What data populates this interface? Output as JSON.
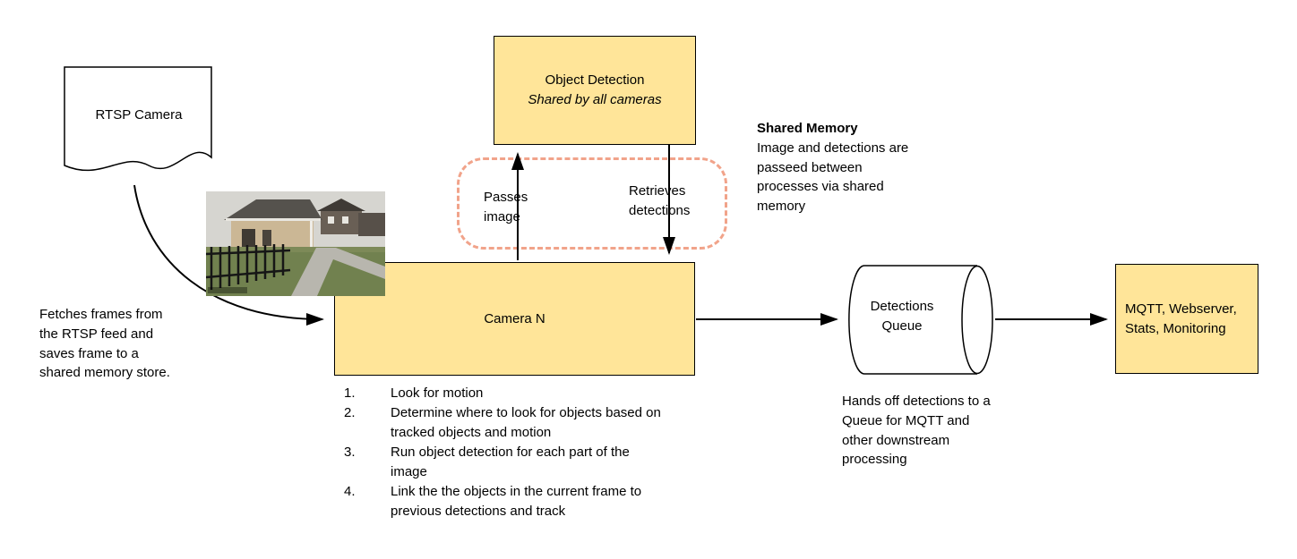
{
  "diagram": {
    "rtsp_label": "RTSP Camera",
    "fetch_note": "Fetches frames from the RTSP feed and saves frame to a shared memory store.",
    "object_detection": {
      "title": "Object Detection",
      "subtitle": "Shared by all cameras"
    },
    "passes_label": "Passes image",
    "retrieves_label": "Retrieves detections",
    "shared_memory": {
      "title": "Shared Memory",
      "body": "Image and detections are passeed between processes via shared memory"
    },
    "camera_box": {
      "label": "Camera N"
    },
    "steps": [
      {
        "num": "1.",
        "text": "Look for motion"
      },
      {
        "num": "2.",
        "text": "Determine where to look for objects based on tracked objects and motion"
      },
      {
        "num": "3.",
        "text": "Run object detection for each part of the image"
      },
      {
        "num": "4.",
        "text": "Link the the objects in the current frame to previous detections and track"
      }
    ],
    "queue": {
      "label": "Detections Queue",
      "note": "Hands off detections to a Queue for MQTT and other downstream processing"
    },
    "outputs": {
      "label": "MQTT, Webserver, Stats, Monitoring"
    },
    "colors": {
      "box_fill": "#ffe599",
      "box_border": "#000000",
      "shared_memory_dashed_border": "#f1a38a",
      "arrow": "#000000"
    }
  }
}
